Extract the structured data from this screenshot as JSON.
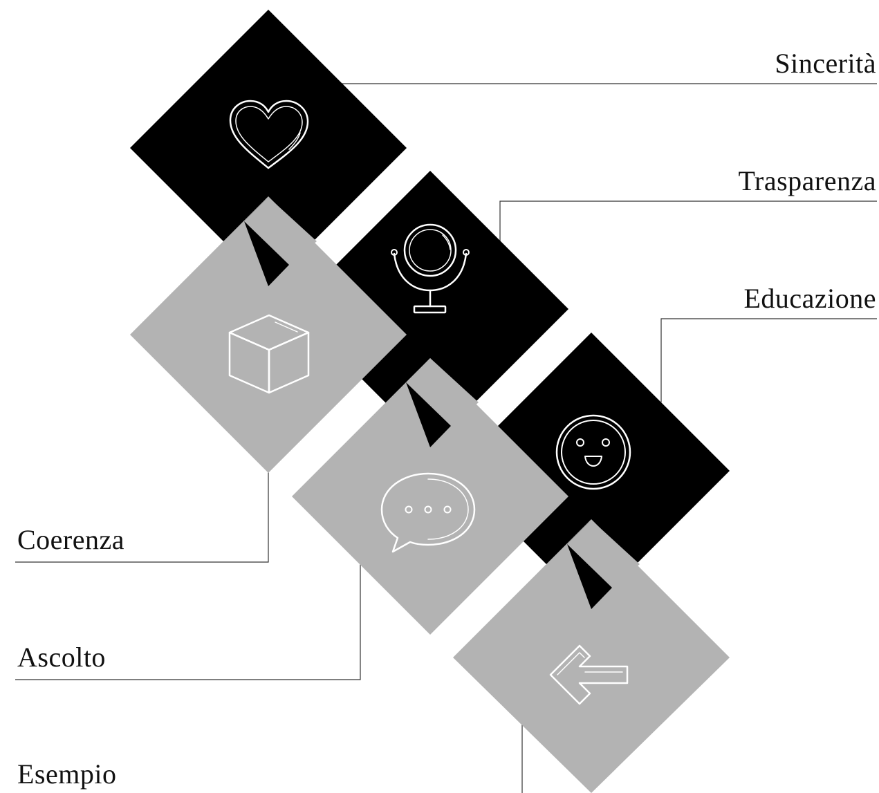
{
  "colors": {
    "dark": "#000000",
    "light": "#b3b3b3",
    "icon": "#ffffff",
    "line": "#333333",
    "text": "#111111"
  },
  "labels": {
    "sincerita": "Sincerità",
    "trasparenza": "Trasparenza",
    "educazione": "Educazione",
    "coerenza": "Coerenza",
    "ascolto": "Ascolto",
    "esempio": "Esempio"
  },
  "icons": [
    "heart-icon",
    "mirror-icon",
    "smiley-icon",
    "cube-icon",
    "speech-bubble-icon",
    "arrow-left-icon"
  ]
}
